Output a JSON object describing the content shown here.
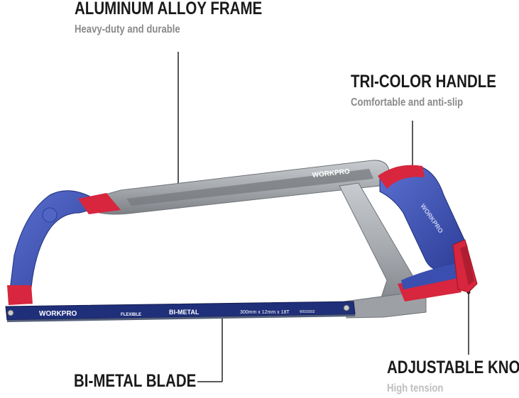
{
  "callouts": {
    "frame": {
      "title": "ALUMINUM ALLOY FRAME",
      "subtitle": "Heavy-duty and durable"
    },
    "handle": {
      "title": "TRI-COLOR HANDLE",
      "subtitle": "Comfortable and anti-slip"
    },
    "knob": {
      "title": "ADJUSTABLE KNOB",
      "subtitle": "High tension"
    },
    "blade": {
      "title": "BI-METAL BLADE",
      "subtitle": ""
    }
  },
  "product": {
    "brand": "WORKPRO",
    "blade_print": {
      "brand": "WORKPRO",
      "flex": "FLEXIBLE",
      "material": "BI-METAL",
      "spec": "300mm x 12mm x 18T",
      "code": "W015002"
    },
    "handle_print": "WORKPRO"
  },
  "colors": {
    "frame": "#a9adb2",
    "frame_dark": "#6e7277",
    "grip_blue": "#3a4fb0",
    "grip_red": "#d7263d",
    "blade": "#1f2f7a",
    "text": "#1a1a1a",
    "subtext": "#8a8a8a"
  }
}
